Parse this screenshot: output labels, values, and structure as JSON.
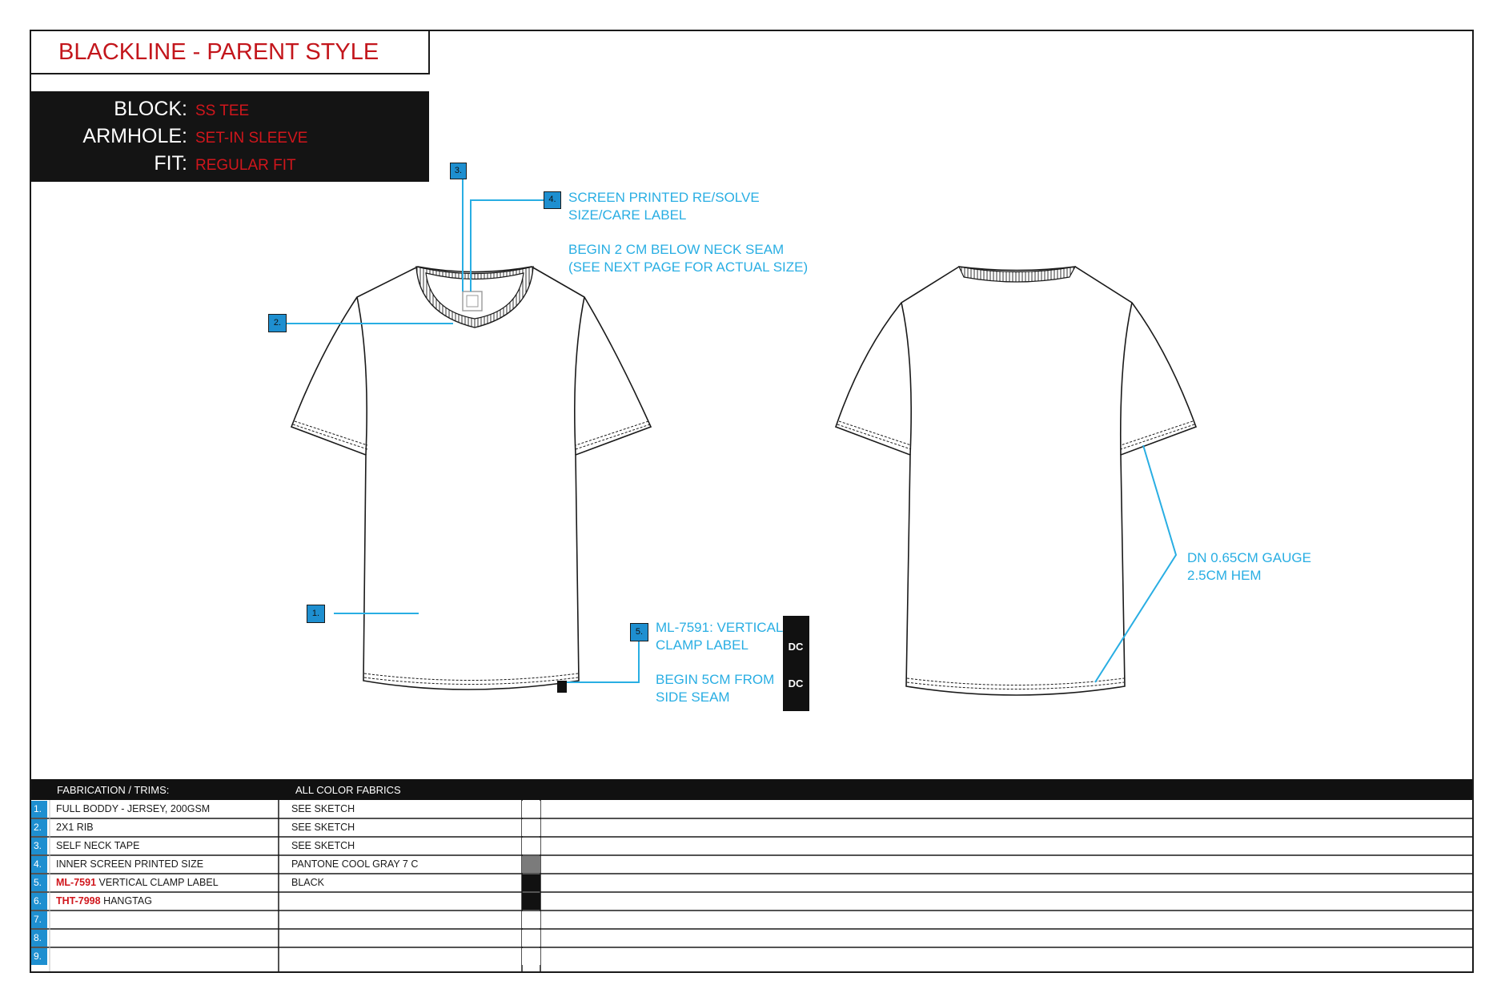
{
  "header": {
    "title": "BLACKLINE - PARENT STYLE"
  },
  "specs": [
    {
      "label": "BLOCK:",
      "value": "SS TEE"
    },
    {
      "label": "ARMHOLE:",
      "value": "SET-IN SLEEVE"
    },
    {
      "label": "FIT:",
      "value": "REGULAR FIT"
    }
  ],
  "callouts": {
    "c1": {
      "num": "1."
    },
    "c2": {
      "num": "2."
    },
    "c3": {
      "num": "3."
    },
    "c4": {
      "num": "4.",
      "line1": "SCREEN PRINTED RE/SOLVE",
      "line2": "SIZE/CARE LABEL",
      "line3": "BEGIN 2 CM BELOW NECK SEAM",
      "line4": "(SEE NEXT PAGE FOR ACTUAL SIZE)"
    },
    "c5": {
      "num": "5.",
      "line1": "ML-7591: VERTICAL",
      "line2": "CLAMP LABEL",
      "line3": "BEGIN 5CM FROM",
      "line4": "SIDE SEAM"
    },
    "hem": {
      "line1": "DN 0.65CM GAUGE",
      "line2": "2.5CM HEM"
    }
  },
  "label_logo": "DC",
  "table": {
    "col1_header": "FABRICATION / TRIMS:",
    "col2_header": "ALL COLOR FABRICS",
    "rows": [
      {
        "num": "1.",
        "code": "",
        "desc": "FULL BODDY - JERSEY, 200GSM",
        "color": "SEE SKETCH",
        "swatch": "#ffffff"
      },
      {
        "num": "2.",
        "code": "",
        "desc": "2X1 RIB",
        "color": "SEE SKETCH",
        "swatch": "#ffffff"
      },
      {
        "num": "3.",
        "code": "",
        "desc": "SELF NECK TAPE",
        "color": "SEE SKETCH",
        "swatch": "#ffffff"
      },
      {
        "num": "4.",
        "code": "",
        "desc": "INNER SCREEN PRINTED SIZE",
        "color": "PANTONE COOL GRAY 7 C",
        "swatch": "#7b7b7b"
      },
      {
        "num": "5.",
        "code": "ML-7591",
        "desc": " VERTICAL CLAMP LABEL",
        "color": "BLACK",
        "swatch": "#111111"
      },
      {
        "num": "6.",
        "code": "THT-7998",
        "desc": " HANGTAG",
        "color": "",
        "swatch": "#111111"
      },
      {
        "num": "7.",
        "code": "",
        "desc": "",
        "color": "",
        "swatch": "#ffffff"
      },
      {
        "num": "8.",
        "code": "",
        "desc": "",
        "color": "",
        "swatch": "#ffffff"
      },
      {
        "num": "9.",
        "code": "",
        "desc": "",
        "color": "",
        "swatch": "#ffffff"
      }
    ]
  },
  "colors": {
    "accent_red": "#c3161c",
    "callout_blue": "#29aee3",
    "number_box_blue": "#1e8fd0"
  }
}
